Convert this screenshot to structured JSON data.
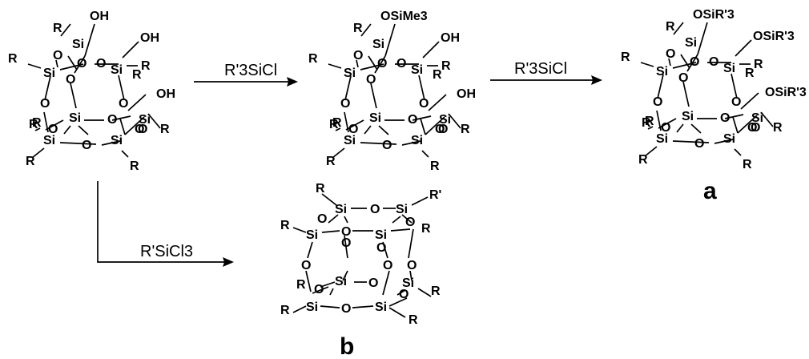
{
  "reagents": {
    "step1": "R'3SiCl",
    "step2": "R'3SiCl",
    "step3": "R'SiCl3"
  },
  "compounds": {
    "start": {
      "atoms": [
        "R",
        "OH",
        "Si",
        "OH",
        "R",
        "O",
        "O",
        "R",
        "Si",
        "O",
        "Si",
        "R",
        "O",
        "O",
        "OH",
        "O",
        "R",
        "Si",
        "O",
        "Si",
        "R",
        "O",
        "O",
        "R",
        "Si",
        "O",
        "Si",
        "R",
        "O",
        "R"
      ]
    },
    "intermediate": {
      "atoms": [
        "R",
        "OSiMe3",
        "Si",
        "OH",
        "R",
        "O",
        "O",
        "R",
        "Si",
        "O",
        "Si",
        "R",
        "O",
        "O",
        "OH",
        "O",
        "R",
        "Si",
        "O",
        "Si",
        "R",
        "O",
        "O",
        "R",
        "Si",
        "O",
        "Si",
        "R",
        "O",
        "R"
      ]
    },
    "product_a": {
      "label": "a",
      "atoms": [
        "R",
        "OSiR'3",
        "Si",
        "OSiR'3",
        "R",
        "O",
        "O",
        "R",
        "Si",
        "O",
        "Si",
        "R",
        "O",
        "O",
        "OSiR'3",
        "O",
        "R",
        "Si",
        "O",
        "Si",
        "R",
        "O",
        "O",
        "R",
        "Si",
        "O",
        "Si",
        "R",
        "O",
        "R"
      ]
    },
    "product_b": {
      "label": "b",
      "atoms": [
        "R",
        "Si",
        "O",
        "Si",
        "R'",
        "O",
        "O",
        "R",
        "Si",
        "O",
        "Si",
        "R",
        "O",
        "O",
        "O",
        "O",
        "O",
        "R",
        "Si",
        "O",
        "Si",
        "R",
        "O",
        "O",
        "R",
        "Si",
        "O",
        "Si",
        "R"
      ]
    }
  }
}
